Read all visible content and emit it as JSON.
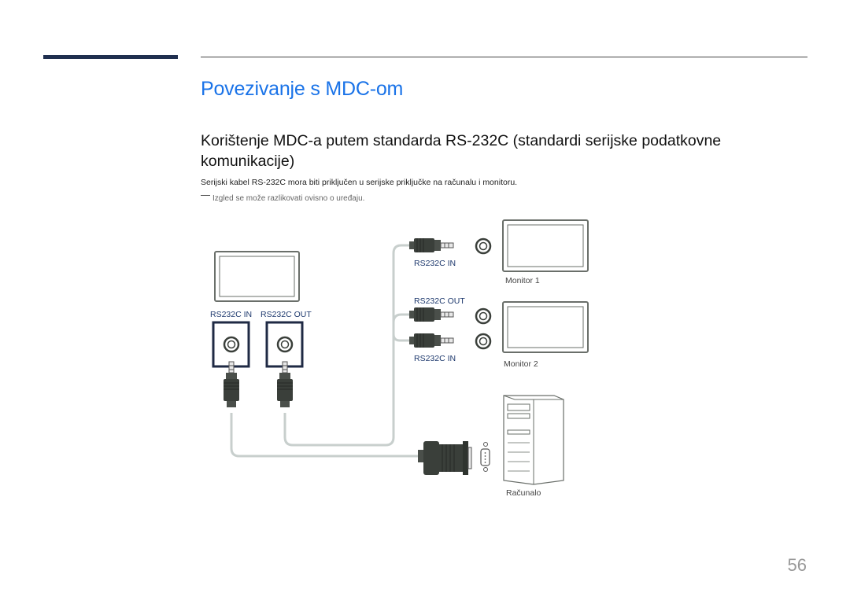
{
  "header": {
    "title": "Povezivanje s MDC-om"
  },
  "section": {
    "heading": "Korištenje MDC-a putem standarda RS-232C (standardi serijske podatkovne komunikacije)",
    "body": "Serijski kabel RS-232C mora biti priključen u serijske priključke na računalu i monitoru.",
    "note": "Izgled se može razlikovati ovisno o uređaju."
  },
  "diagram": {
    "left_monitor_ports": {
      "in_label": "RS232C IN",
      "out_label": "RS232C OUT"
    },
    "connector_labels": {
      "top_in": "RS232C IN",
      "out": "RS232C OUT",
      "bottom_in": "RS232C IN"
    },
    "monitor1_label": "Monitor 1",
    "monitor2_label": "Monitor 2",
    "computer_label": "Računalo"
  },
  "page_number": "56",
  "colors": {
    "title_blue": "#1a73e8",
    "accent_bar": "#1f2f4f",
    "connector_dark": "#3a3f3a",
    "cable_gray": "#c8cfcd"
  },
  "icons": {
    "note_mark": "dash-note-icon"
  }
}
